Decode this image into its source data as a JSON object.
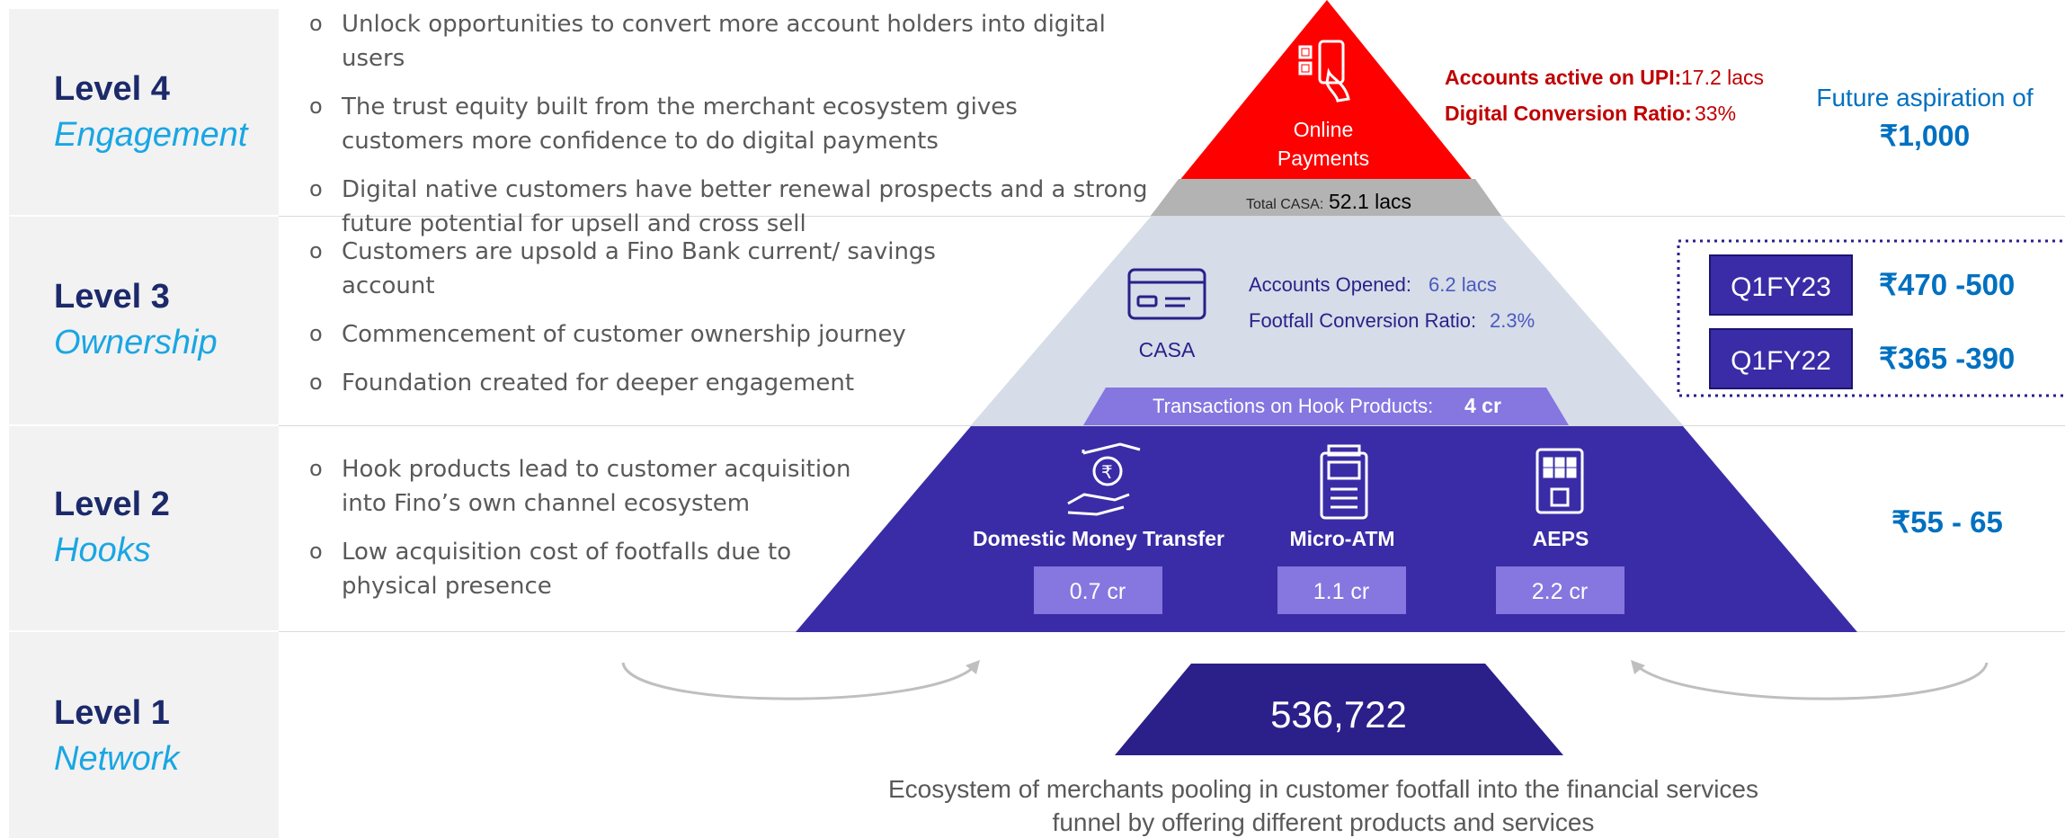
{
  "levels": [
    {
      "num": "Level 4",
      "name": "Engagement",
      "bullets": [
        "Unlock opportunities to convert more account holders into digital users",
        "The trust equity built from the merchant ecosystem gives customers more confidence to do digital payments",
        "Digital native customers have better renewal prospects and a strong future potential for upsell and cross sell"
      ]
    },
    {
      "num": "Level 3",
      "name": "Ownership",
      "bullets": [
        "Customers are upsold a Fino Bank current/ savings account",
        "Commencement of customer ownership journey",
        "Foundation created for deeper engagement"
      ]
    },
    {
      "num": "Level 2",
      "name": "Hooks",
      "bullets": [
        "Hook products lead to customer acquisition into Fino’s own channel ecosystem",
        "Low acquisition cost of footfalls due to physical presence"
      ]
    },
    {
      "num": "Level 1",
      "name": "Network",
      "bullets": []
    }
  ],
  "pyramid": {
    "top": {
      "icon": "mobile-qr-payment-icon",
      "label_line1": "Online",
      "label_line2": "Payments",
      "band_label": "Total CASA:",
      "band_value": "52.1 lacs",
      "stat1_label": "Accounts active on UPI:",
      "stat1_value": "17.2 lacs",
      "stat2_label": "Digital Conversion Ratio:",
      "stat2_value": "33%"
    },
    "middle": {
      "icon": "card-icon",
      "label": "CASA",
      "stat1_label": "Accounts Opened:",
      "stat1_value": "6.2 lacs",
      "stat2_label": "Footfall Conversion Ratio:",
      "stat2_value": "2.3%",
      "band_label": "Transactions on Hook Products:",
      "band_value": "4 cr"
    },
    "bottom": {
      "products": [
        {
          "icon": "money-hand-icon",
          "label": "Domestic Money Transfer",
          "value": "0.7 cr"
        },
        {
          "icon": "pos-terminal-icon",
          "label": "Micro-ATM",
          "value": "1.1 cr"
        },
        {
          "icon": "biometric-device-icon",
          "label": "AEPS",
          "value": "2.2 cr"
        }
      ]
    },
    "base": {
      "value": "536,722",
      "caption_line1": "Ecosystem of merchants pooling in customer footfall into the financial services",
      "caption_line2": "funnel by offering different products and services"
    }
  },
  "right": {
    "aspiration_line1": "Future aspiration of",
    "aspiration_line2": "₹1,000",
    "rows": [
      {
        "period": "Q1FY23",
        "range": "₹470 -500"
      },
      {
        "period": "Q1FY22",
        "range": "₹365 -390"
      }
    ],
    "hooks_range": "₹55 - 65"
  },
  "colors": {
    "red": "#ff0000",
    "grey_band": "#b3b3b3",
    "light_tier": "#d6dce8",
    "purple": "#3a2ca6",
    "lavender": "#8576e0",
    "navy": "#2b1f8a",
    "dark_red": "#c00000",
    "blue_text": "#0070c0"
  }
}
